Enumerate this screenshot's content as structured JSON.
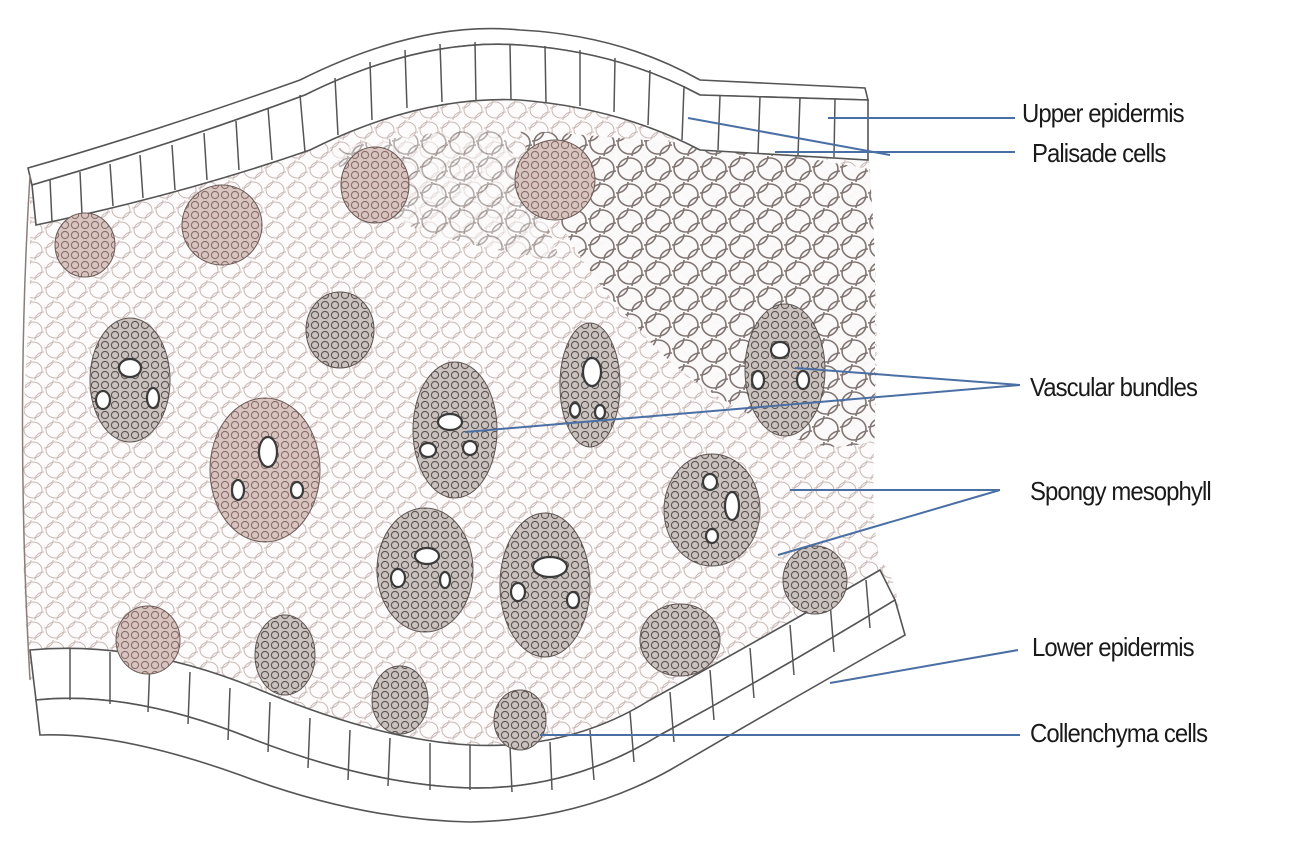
{
  "labels": {
    "upper_epidermis": "Upper epidermis",
    "palisade_cells": "Palisade cells",
    "vascular_bundles": "Vascular bundles",
    "spongy_mesophyll": "Spongy mesophyll",
    "lower_epidermis": "Lower epidermis",
    "collenchyma_cells": "Collenchyma cells"
  },
  "colors": {
    "leader_line": "#4a6fa5",
    "cell_outline": "#8a7d7a",
    "bundle_fill": "#6b625f",
    "outline_dark": "#3a3a3a"
  }
}
